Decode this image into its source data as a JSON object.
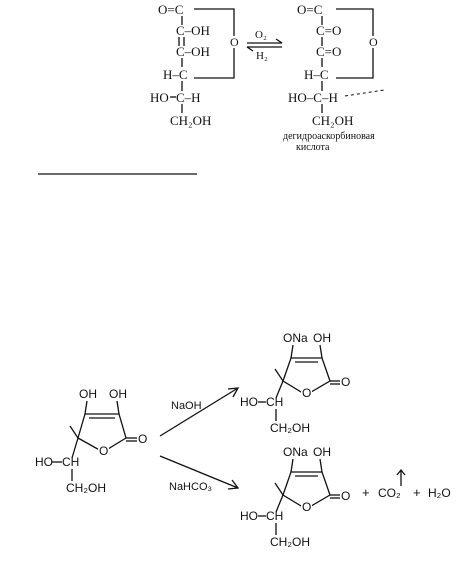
{
  "top_scheme": {
    "left_structure": {
      "atoms": [
        "O=C",
        "C–OH",
        "C–OH",
        "H–C",
        "HO",
        "C–H",
        "CH₂OH"
      ],
      "ring_oxygen": "O"
    },
    "equilibrium": {
      "forward_label": "O₂",
      "reverse_label": "H₂"
    },
    "right_structure": {
      "atoms": [
        "O=C",
        "C=O",
        "C=O",
        "H–C",
        "HO–C–H",
        "CH₂OH"
      ],
      "ring_oxygen": "O",
      "name_line1": "дегидроаскорбиновая",
      "name_line2": "кислота"
    }
  },
  "bottom_scheme": {
    "reactant": {
      "labels": [
        "OH",
        "OH",
        "O",
        "O",
        "HO",
        "CH",
        "CH₂OH"
      ]
    },
    "reagent_top": "NaOH",
    "reagent_bottom": "NaHCO₃",
    "product_top": {
      "labels": [
        "ONa",
        "OH",
        "O",
        "O",
        "HO",
        "CH",
        "CH₂OH"
      ]
    },
    "product_bottom": {
      "labels": [
        "ONa",
        "OH",
        "O",
        "O",
        "HO",
        "CH",
        "CH₂OH"
      ],
      "byproducts": [
        "+",
        "CO₂",
        "+",
        "H₂O"
      ]
    }
  }
}
